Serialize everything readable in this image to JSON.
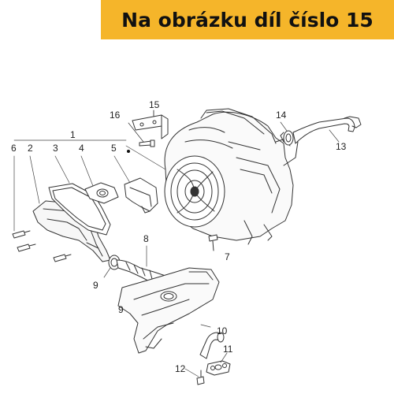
{
  "banner": {
    "text": "Na obrázku díl číslo 15",
    "color": "#f5b52a"
  },
  "labels": {
    "p1": "1",
    "p2": "2",
    "p3": "3",
    "p4": "4",
    "p5": "5",
    "p6": "6",
    "p7": "7",
    "p8": "8",
    "p9a": "9",
    "p9b": "9",
    "p10": "10",
    "p11": "11",
    "p12": "12",
    "p13": "13",
    "p14": "14",
    "p15": "15",
    "p16": "16"
  }
}
